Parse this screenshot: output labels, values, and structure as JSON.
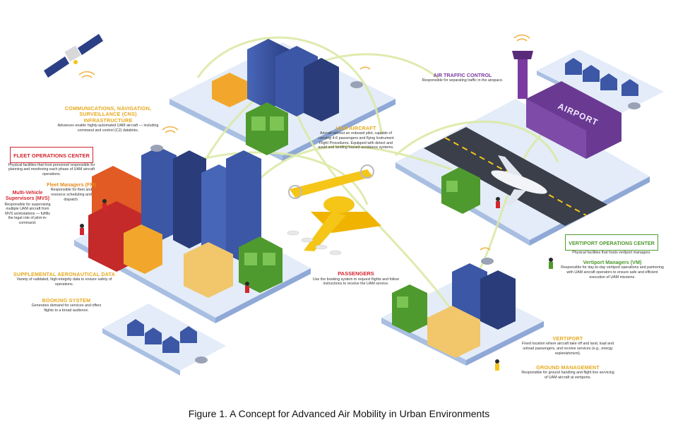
{
  "labels": {
    "cns": {
      "title": "COMMUNICATIONS, NAVIGATION, SURVEILLANCE (CNS) INFRASTRUCTURE",
      "desc": "Advances enable highly-automated UAM aircraft — including command and control (C2) datalinks."
    },
    "fleet_ops": {
      "title": "FLEET OPERATIONS CENTER",
      "desc": "Physical facilities that host personnel responsible for planning and monitoring each phase of UAM aircraft operations."
    },
    "mvs": {
      "title": "Multi-Vehicle Supervisors (MVS)",
      "desc": "Responsible for supervising multiple UAM aircraft from MVS workstations — fulfills the legal role of pilot-in-command."
    },
    "fleet_mgr": {
      "title": "Fleet Managers (FM)",
      "desc": "Responsible for fleet and resource scheduling and dispatch."
    },
    "uam_aircraft": {
      "title": "UAM AIRCRAFT",
      "desc": "Aircraft without an onboard pilot, capable of carrying 4-6 passengers and flying Instrument Flight Procedures. Equipped with detect and avoid and landing hazard avoidance systems."
    },
    "atc": {
      "title": "AIR TRAFFIC CONTROL",
      "desc": "Responsible for separating traffic in the airspace."
    },
    "airport_sign": "AIRPORT",
    "supp_aero": {
      "title": "SUPPLEMENTAL AERONAUTICAL DATA",
      "desc": "Variety of validated, high-integrity data to ensure safety of operations."
    },
    "booking": {
      "title": "BOOKING SYSTEM",
      "desc": "Generates demand for services and offers flights to a broad audience."
    },
    "passengers": {
      "title": "PASSENGERS",
      "desc": "Use the booking system to request flights and follow instructions to receive the UAM service."
    },
    "vertiport_ops": {
      "title": "VERTIPORT OPERATIONS CENTER",
      "desc": "Physical facilities that hosts vertiport managers."
    },
    "vertiport_mgr": {
      "title": "Vertiport Managers (VM)",
      "desc": "Responsible for day-to-day vertiport operations and partnering with UAM aircraft operators to ensure safe and efficient execution of UAM missions."
    },
    "vertiport": {
      "title": "VERTIPORT",
      "desc": "Fixed location where aircraft take off and land, load and unload passengers, and receive services (e.g., energy replenishment)."
    },
    "ground_mgmt": {
      "title": "GROUND MANAGEMENT",
      "desc": "Responsible for ground handling and flight line servicing of UAM aircraft at vertiports."
    }
  },
  "caption": "Figure 1. A Concept for Advanced Air Mobility in Urban Environments",
  "colors": {
    "platform": "#dfe9f7",
    "platform_side": "#9fb6dc",
    "building_blue": "#3b57a6",
    "building_dark": "#2a3c7a",
    "green_building": "#4f9a2e",
    "aircraft_yellow": "#f5c518",
    "link_green": "#dbe9a6",
    "tower_purple": "#7a3aa0"
  }
}
